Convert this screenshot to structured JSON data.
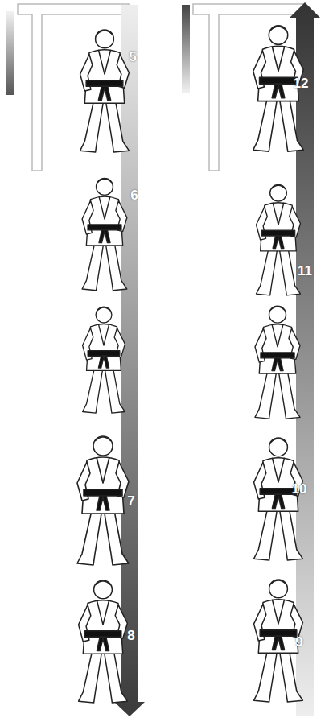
{
  "diagram": {
    "labels": [
      "5",
      "6",
      "7",
      "8",
      "12",
      "11",
      "10",
      "9"
    ]
  }
}
